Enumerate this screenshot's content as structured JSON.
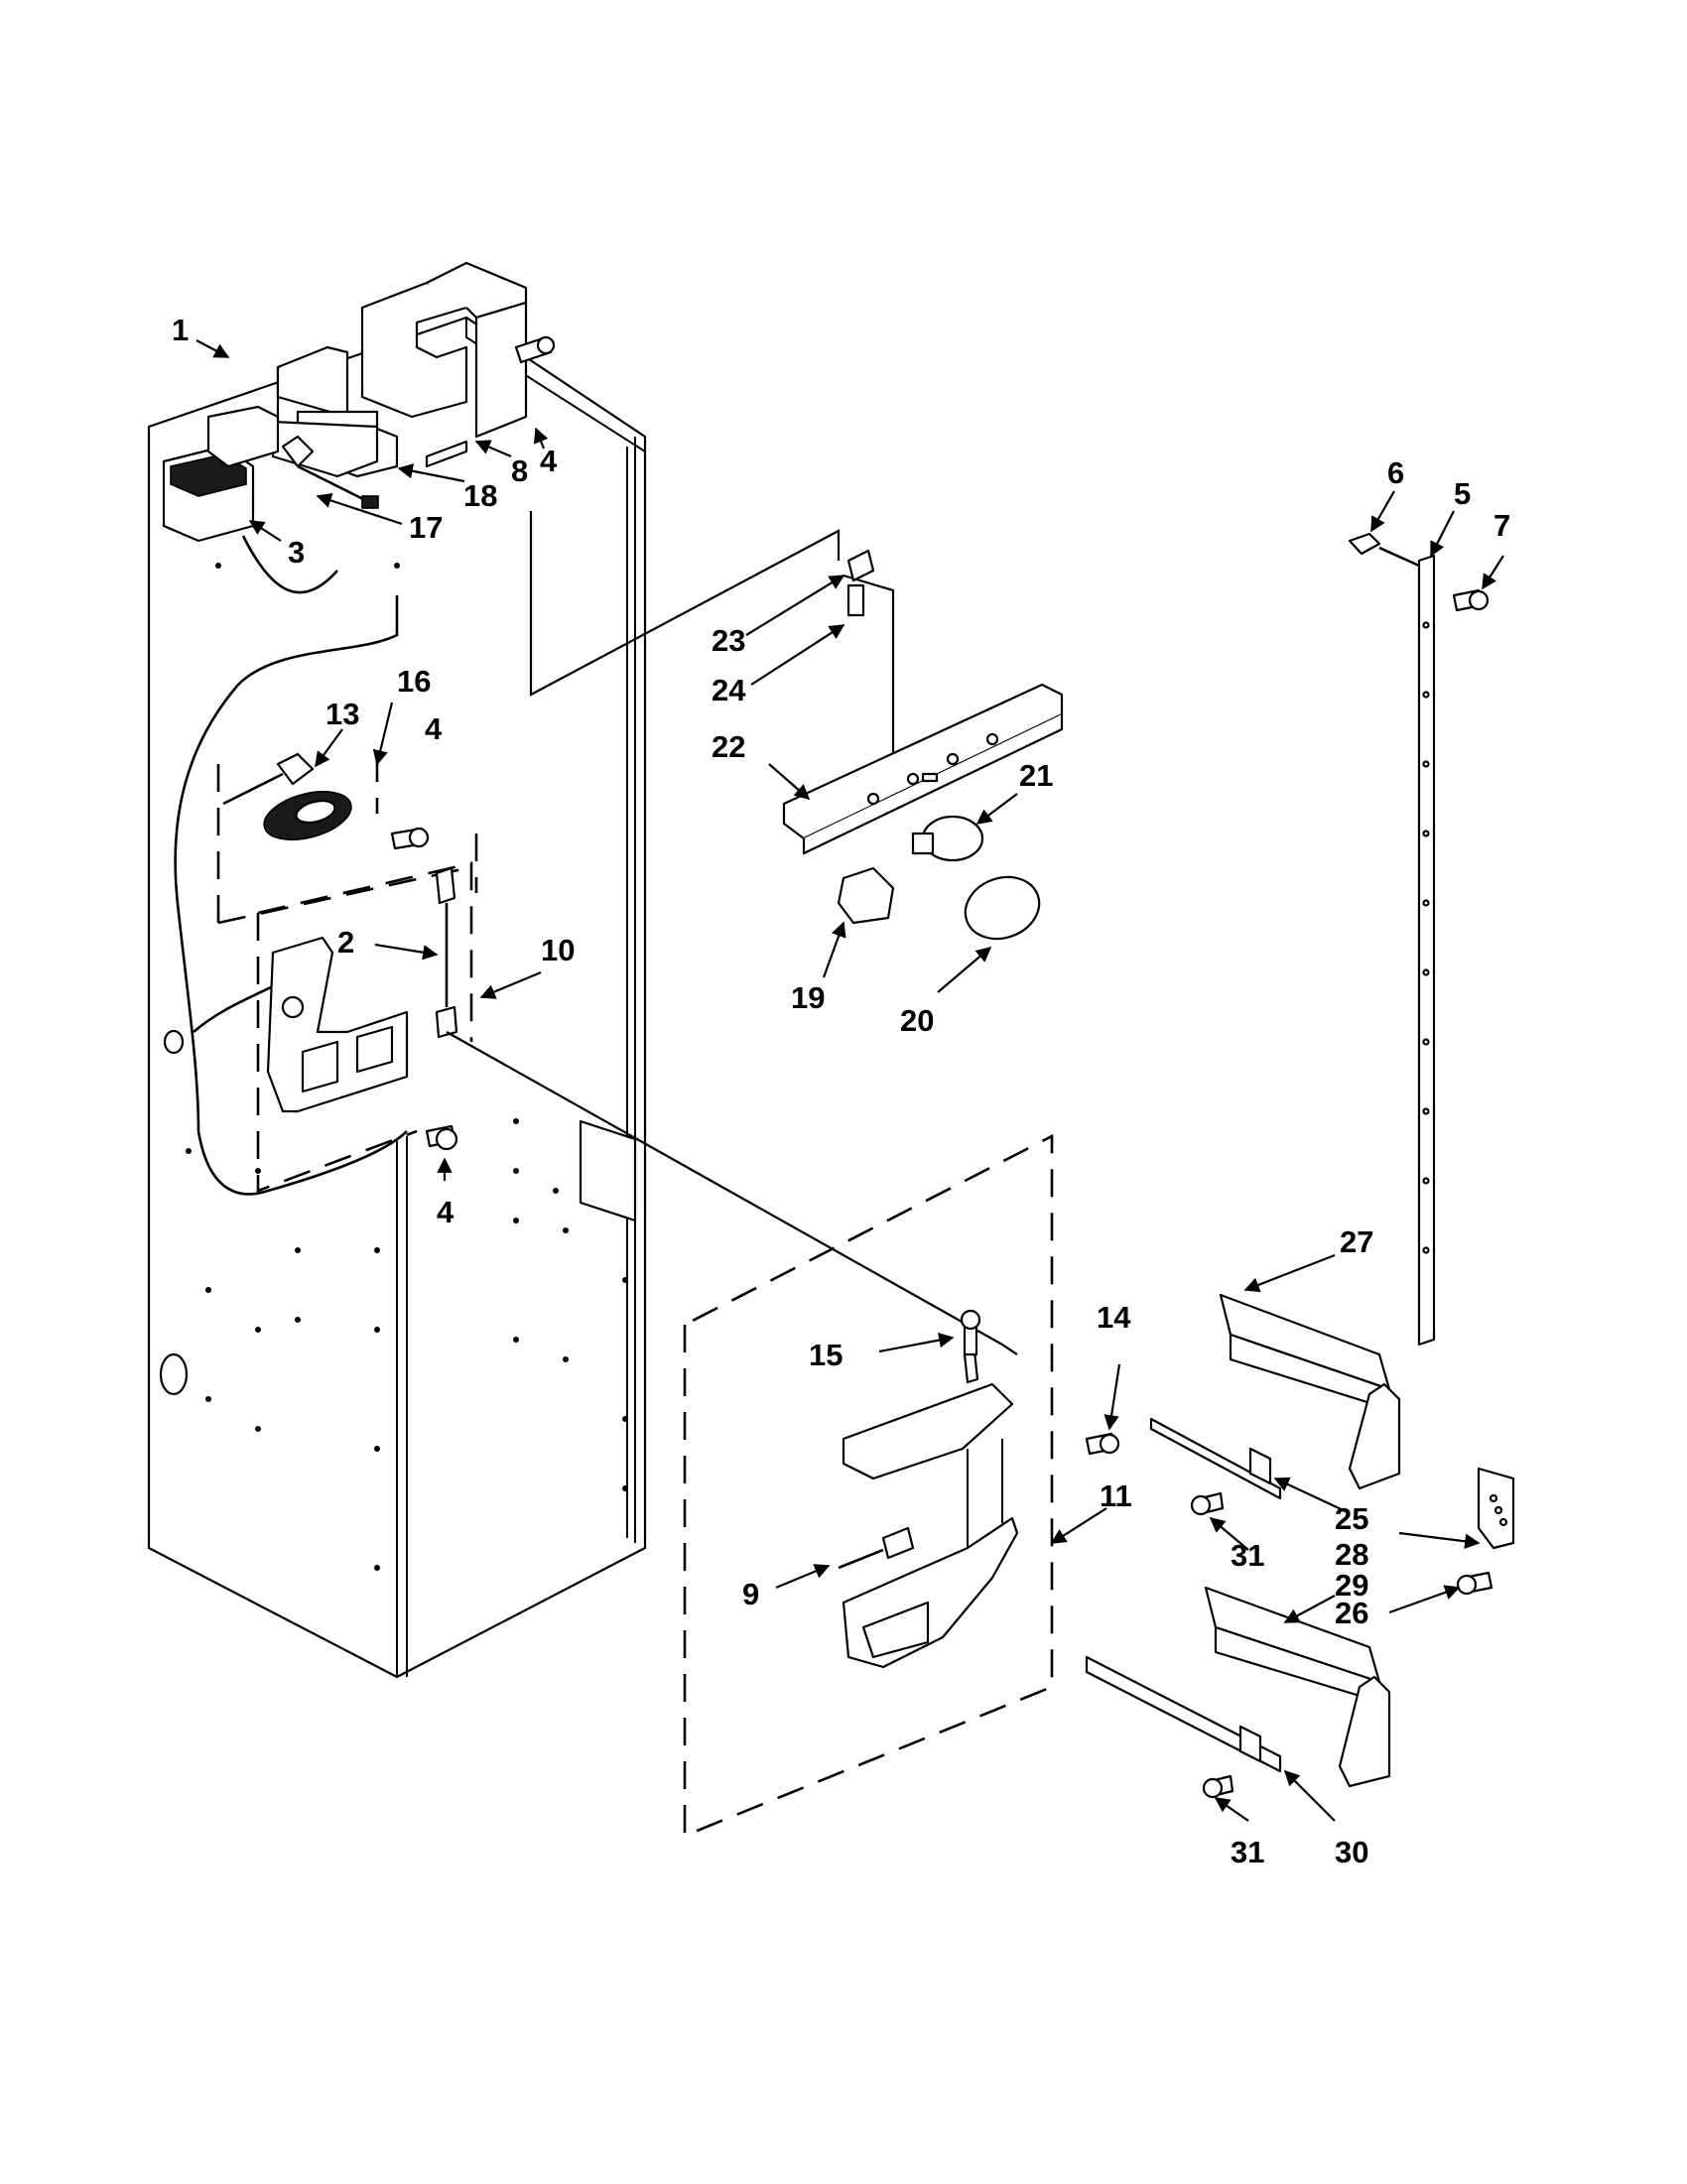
{
  "colors": {
    "line": "#000000",
    "background": "#ffffff",
    "shade": "#d9d9d9"
  },
  "callouts": {
    "c1": "1",
    "c2": "2",
    "c3": "3",
    "c4a": "4",
    "c4b": "4",
    "c4c": "4",
    "c5": "5",
    "c6": "6",
    "c7": "7",
    "c8": "8",
    "c9": "9",
    "c10": "10",
    "c11": "11",
    "c13": "13",
    "c14": "14",
    "c15": "15",
    "c16": "16",
    "c17": "17",
    "c18": "18",
    "c19": "19",
    "c20": "20",
    "c21": "21",
    "c22": "22",
    "c23": "23",
    "c24": "24",
    "c25": "25",
    "c26": "26",
    "c27": "27",
    "c28": "28",
    "c29": "29",
    "c30": "30",
    "c31a": "31",
    "c31b": "31"
  }
}
